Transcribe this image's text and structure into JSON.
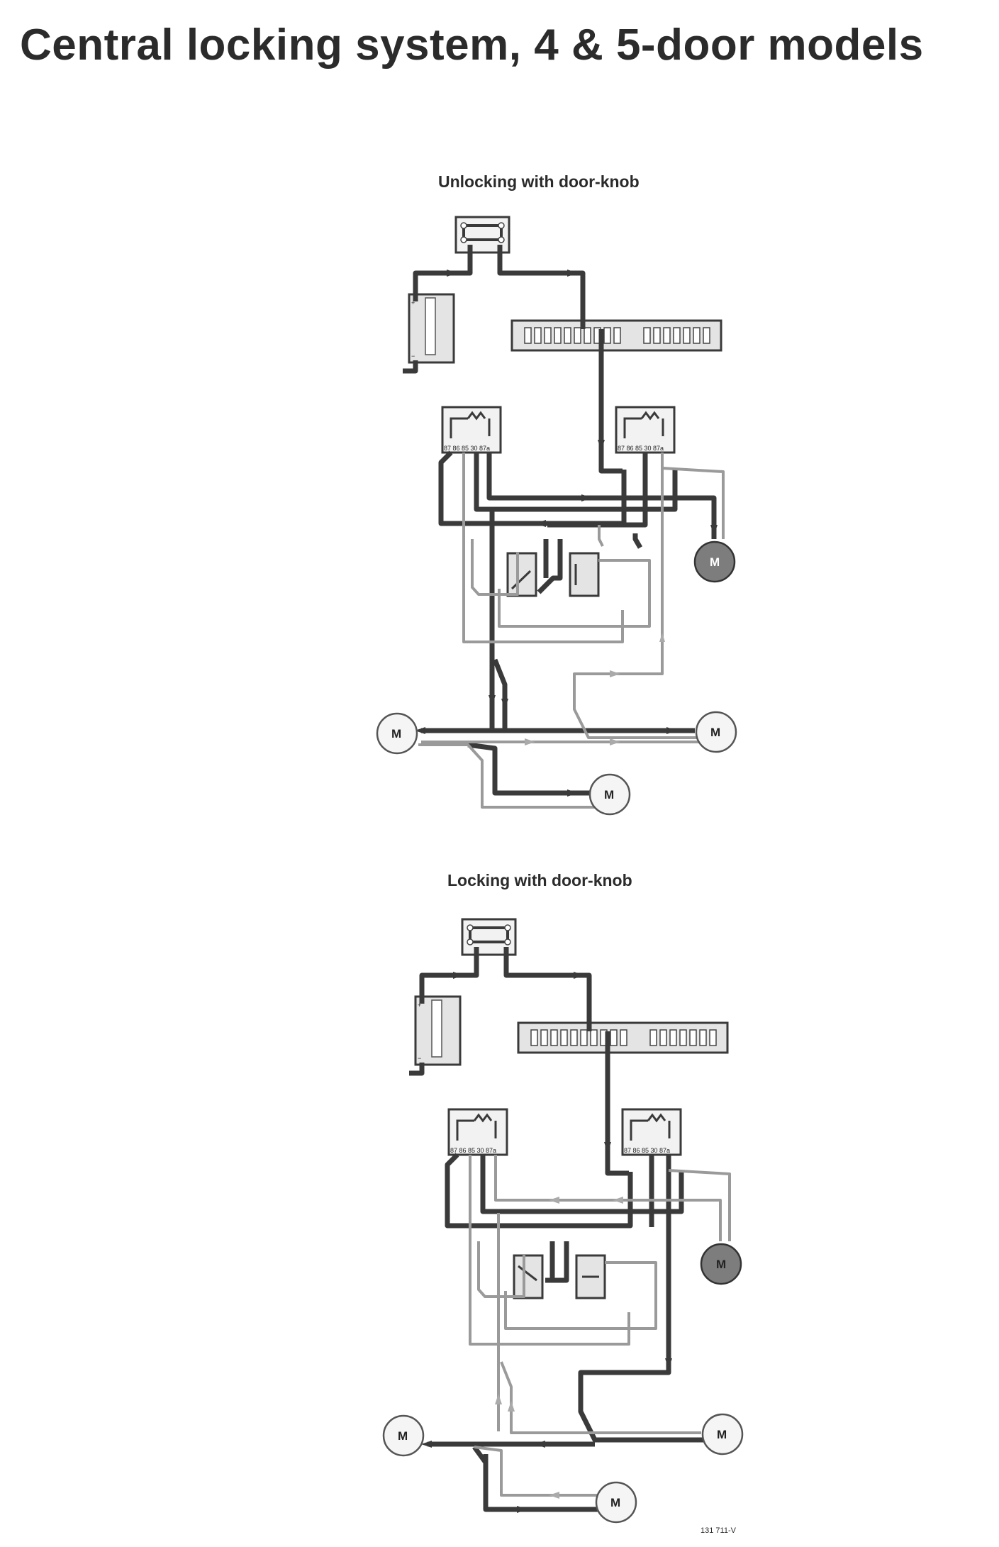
{
  "page": {
    "title": "Central locking system, 4 & 5-door models",
    "reference_code": "131 711-V"
  },
  "diagrams": [
    {
      "title": "Unlocking with door-knob",
      "relay_pin_labels": "87 86 85 30 87a",
      "motor_label": "M"
    },
    {
      "title": "Locking with door-knob",
      "relay_pin_labels": "87 86 85 30 87a",
      "motor_label": "M"
    }
  ],
  "colors": {
    "live_wire": "#3a3a3a",
    "return_wire": "#9a9a9a",
    "background": "#ffffff"
  }
}
